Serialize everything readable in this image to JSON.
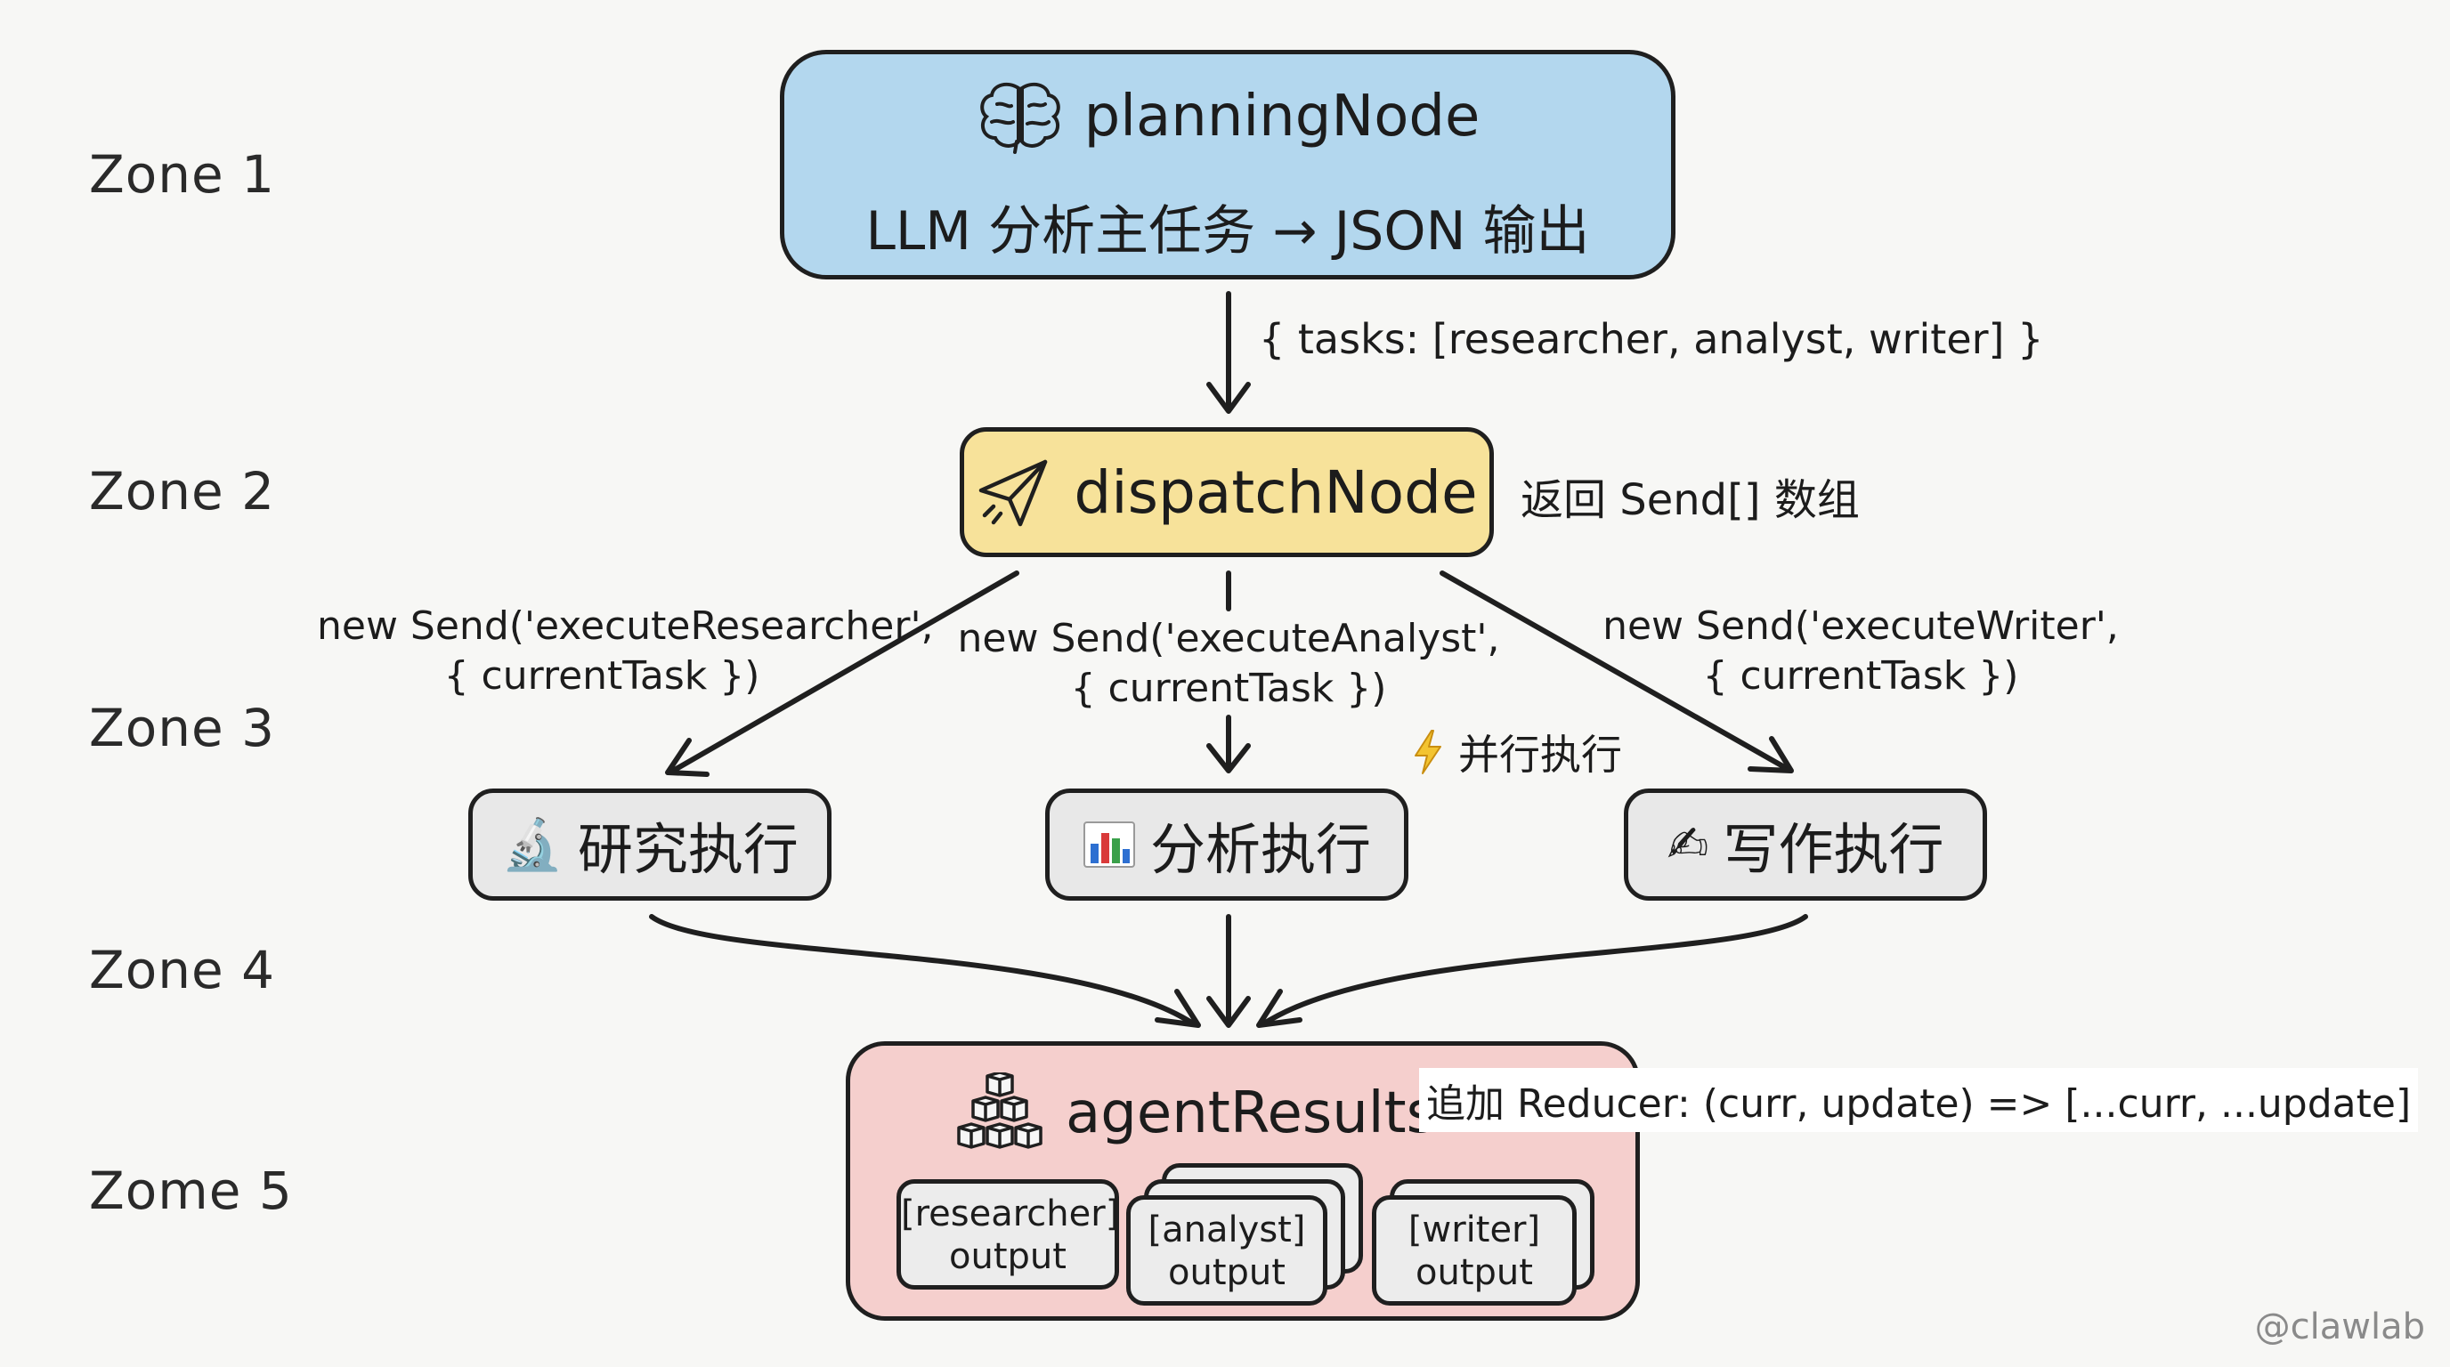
{
  "zones": [
    "Zone 1",
    "Zone 2",
    "Zone 3",
    "Zone 4",
    "Zome 5"
  ],
  "planning": {
    "title": "planningNode",
    "subtitle": "LLM 分析主任务 → JSON 输出",
    "icon": "brain-icon"
  },
  "tasks_annotation": "{ tasks: [researcher, analyst, writer] }",
  "dispatch": {
    "title": "dispatchNode",
    "icon": "paper-plane-icon",
    "note": "返回 Send[] 数组"
  },
  "sends": [
    {
      "line1": "new Send('executeResearcher',",
      "line2": "{ currentTask })"
    },
    {
      "line1": "new Send('executeAnalyst',",
      "line2": "{ currentTask })"
    },
    {
      "line1": "new Send('executeWriter',",
      "line2": "{ currentTask })"
    }
  ],
  "parallel_note": "并行执行",
  "executors": [
    {
      "label": "研究执行",
      "icon": "microscope-icon",
      "emoji": "🔬"
    },
    {
      "label": "分析执行",
      "icon": "bar-chart-icon",
      "emoji": "📊"
    },
    {
      "label": "写作执行",
      "icon": "writing-hand-icon",
      "emoji": "✍"
    }
  ],
  "results": {
    "title": "agentResults",
    "icon": "stacked-boxes-icon",
    "reducer_note": "追加 Reducer: (curr, update) => [...curr, ...update]",
    "outputs": [
      {
        "line1": "[researcher]",
        "line2": "output"
      },
      {
        "line1": "[analyst]",
        "line2": "output"
      },
      {
        "line1": "[writer]",
        "line2": "output"
      }
    ]
  },
  "watermark": "@clawlab",
  "colors": {
    "planning_fill": "#b3d7ee",
    "dispatch_fill": "#f7e29a",
    "executor_fill": "#e8e8e8",
    "results_fill": "#f5cfcd",
    "stroke": "#1f1f1f"
  }
}
